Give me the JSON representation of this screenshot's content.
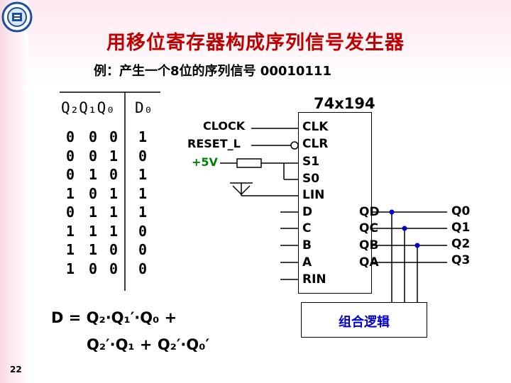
{
  "title": "用移位寄存器构成序列信号发生器",
  "subtitle": "例：产生一个8位的序列信号 00010111",
  "table": {
    "headers": {
      "q_state": "Q₂Q₁Q₀",
      "d": "D₀"
    },
    "q2": [
      "0",
      "0",
      "0",
      "1",
      "0",
      "1",
      "1",
      "1"
    ],
    "q1": [
      "0",
      "0",
      "1",
      "0",
      "1",
      "1",
      "1",
      "0"
    ],
    "q0": [
      "0",
      "1",
      "0",
      "1",
      "1",
      "1",
      "0",
      "0"
    ],
    "d": [
      "1",
      "0",
      "1",
      "1",
      "1",
      "0",
      "0",
      "0"
    ]
  },
  "chip": {
    "name": "74x194",
    "input_pins": [
      "CLK",
      "CLR",
      "S1",
      "S0",
      "LIN",
      "D",
      "C",
      "B",
      "A",
      "RIN"
    ],
    "output_pins": [
      "QD",
      "QC",
      "QB",
      "QA"
    ]
  },
  "signals": {
    "clock": "CLOCK",
    "reset": "RESET_L",
    "vcc": "+5V"
  },
  "outputs": [
    "Q0",
    "Q1",
    "Q2",
    "Q3"
  ],
  "logic_box": "组合逻辑",
  "formula": {
    "line1": "D = Q₂·Q₁′·Q₀ +",
    "line2": "Q₂′·Q₁ + Q₂′·Q₀′"
  },
  "page_number": "22"
}
